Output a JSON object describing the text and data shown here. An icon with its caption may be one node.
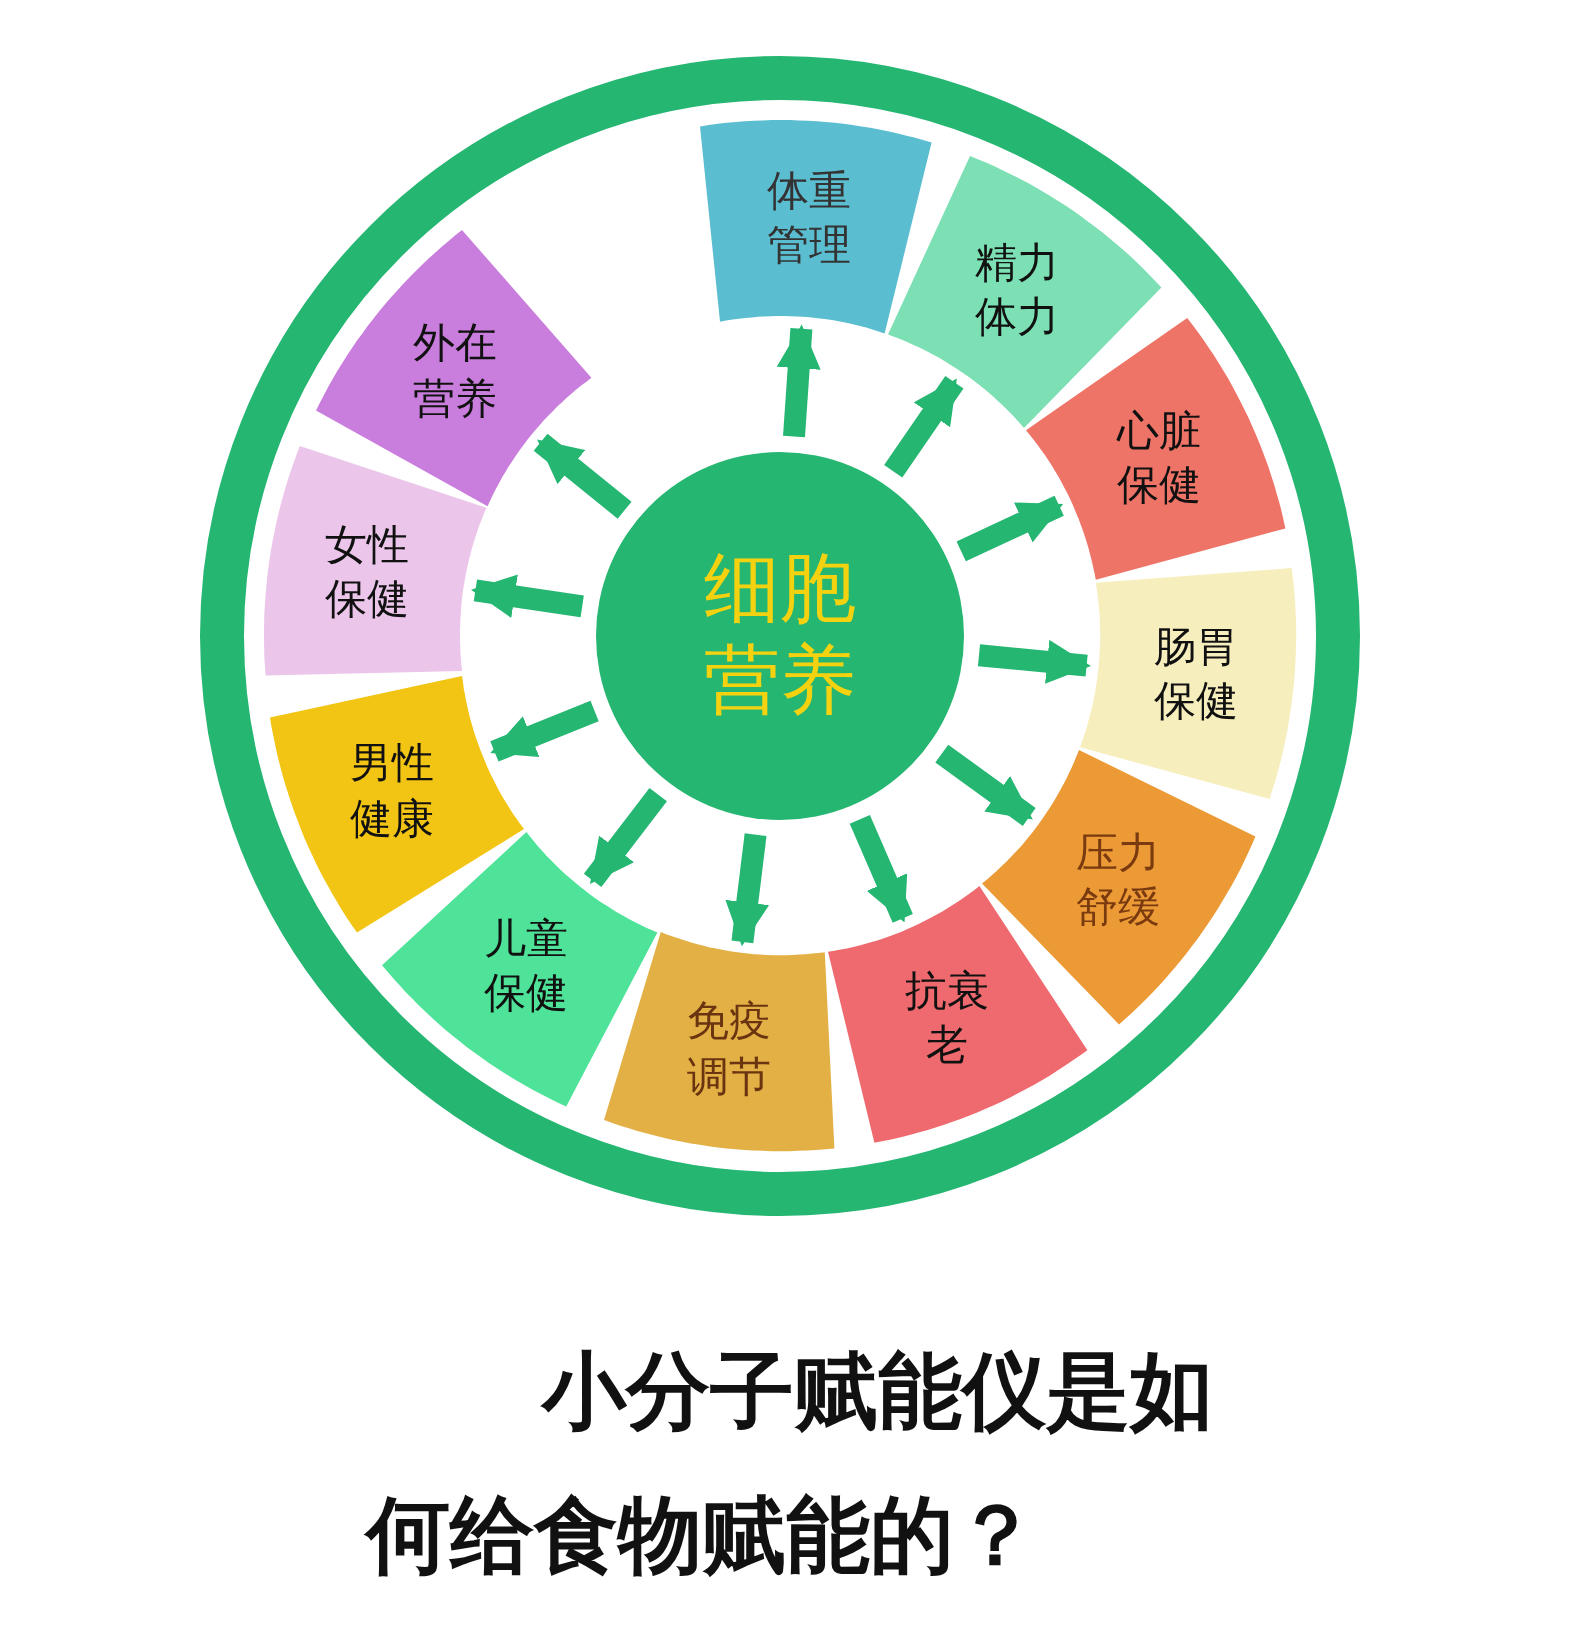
{
  "diagram": {
    "title": "小分子赋能仪是如何给食物赋能的？",
    "nodes": [
      {
        "text": [
          "细胞营养"
        ]
      },
      {
        "text": [
          "体重管理"
        ]
      },
      {
        "text": [
          "精力体力"
        ]
      },
      {
        "text": [
          "心脏保健"
        ]
      },
      {
        "text": [
          "肠胃保健"
        ]
      },
      {
        "text": [
          "压力舒缓"
        ]
      },
      {
        "text": [
          "抗衰老"
        ]
      },
      {
        "text": [
          "免疫调节"
        ]
      },
      {
        "text": [
          "儿童保健"
        ]
      },
      {
        "text": [
          "男性健康"
        ]
      },
      {
        "text": [
          "女性保健"
        ]
      },
      {
        "text": [
          "外在营养"
        ]
      }
    ],
    "edges": [
      {
        "from": 0,
        "to": 1,
        "arrow": "to"
      },
      {
        "from": 0,
        "to": 2,
        "arrow": "to"
      },
      {
        "from": 0,
        "to": 3,
        "arrow": "to"
      },
      {
        "from": 0,
        "to": 4,
        "arrow": "to"
      },
      {
        "from": 0,
        "to": 5,
        "arrow": "to"
      },
      {
        "from": 0,
        "to": 6,
        "arrow": "to"
      },
      {
        "from": 0,
        "to": 7,
        "arrow": "to"
      },
      {
        "from": 0,
        "to": 8,
        "arrow": "to"
      },
      {
        "from": 0,
        "to": 9,
        "arrow": "to"
      },
      {
        "from": 0,
        "to": 10,
        "arrow": "to"
      },
      {
        "from": 0,
        "to": 11,
        "arrow": "to"
      }
    ]
  }
}
